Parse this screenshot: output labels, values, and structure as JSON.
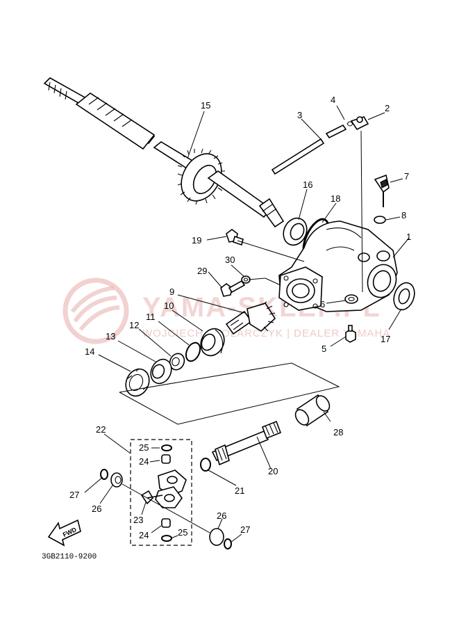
{
  "watermark": {
    "main": "YAMA-SKLEP.PL",
    "sub": "WOJCIECH STOLARCZYK | DEALER YAMAHA"
  },
  "diagram_code": "3GB2110-9200",
  "fwd_label": "FWD",
  "colors": {
    "line": "#000000",
    "watermark": "#e9b3b3",
    "background": "#ffffff"
  },
  "callouts": [
    "15",
    "4",
    "2",
    "3",
    "7",
    "8",
    "16",
    "18",
    "1",
    "19",
    "29",
    "30",
    "9",
    "10",
    "11",
    "12",
    "13",
    "14",
    "6",
    "5",
    "17",
    "28",
    "22",
    "25",
    "24",
    "20",
    "21",
    "27",
    "26",
    "23",
    "24",
    "25",
    "26",
    "27"
  ]
}
